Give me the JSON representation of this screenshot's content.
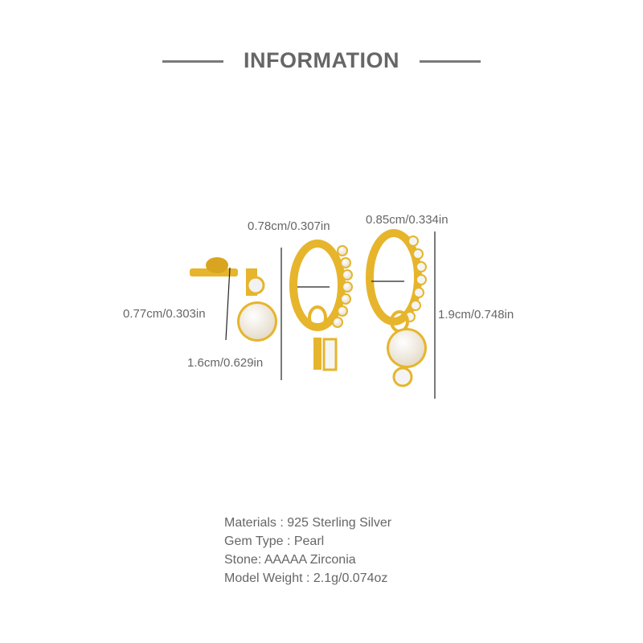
{
  "header": {
    "title": "INFORMATION"
  },
  "dimensions": {
    "stud_height": "0.77cm/0.303in",
    "pearl_hoop_diameter": "0.78cm/0.307in",
    "pearl_hoop_length": "1.6cm/0.629in",
    "zircon_hoop_diameter": "0.85cm/0.334in",
    "zircon_hoop_length": "1.9cm/0.748in"
  },
  "specs": [
    "Materials : 925 Sterling Silver",
    "Gem Type : Pearl",
    "Stone: AAAAA Zirconia",
    "Model Weight : 2.1g/0.074oz"
  ],
  "colors": {
    "gold": "#e6b52c",
    "text": "#666666",
    "pearl": "#f4efe6"
  }
}
